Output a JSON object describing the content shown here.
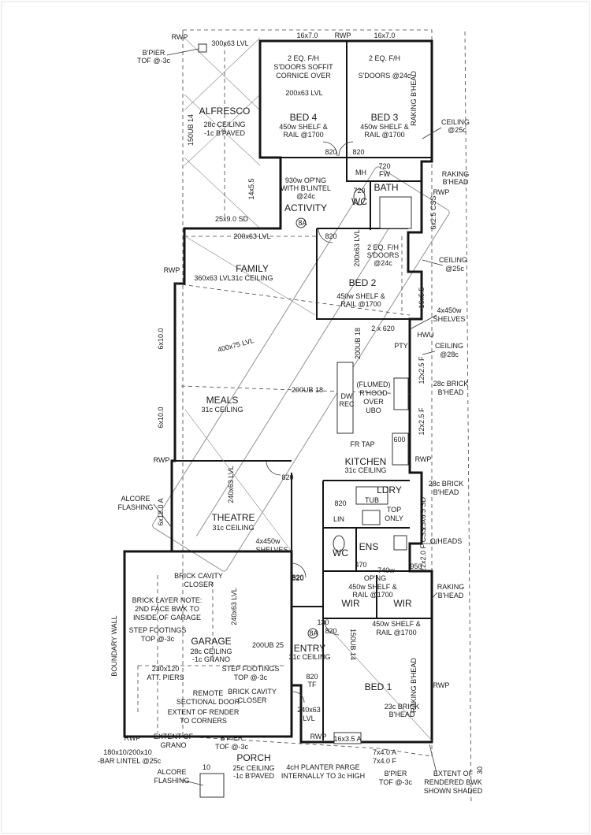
{
  "rooms": {
    "alfresco": {
      "name": "ALFRESCO",
      "note1": "28c CEILING",
      "note2": "-1c B'PAVED"
    },
    "bed4": {
      "name": "BED 4",
      "note1": "450w SHELF &",
      "note2": "RAIL @1700"
    },
    "bed3": {
      "name": "BED 3",
      "note1": "450w SHELF &",
      "note2": "RAIL @1700"
    },
    "bath": {
      "name": "BATH"
    },
    "wc1": {
      "name": "WC"
    },
    "activity": {
      "name": "ACTIVITY"
    },
    "family": {
      "name": "FAMILY",
      "note1": "31c CEILING"
    },
    "bed2": {
      "name": "BED 2",
      "note1": "450w SHELF &",
      "note2": "RAIL @1700"
    },
    "meals": {
      "name": "MEALS",
      "note1": "31c CEILING"
    },
    "kitchen": {
      "name": "KITCHEN",
      "note1": "31c CEILING"
    },
    "theatre": {
      "name": "THEATRE",
      "note1": "31c CEILING"
    },
    "ldry": {
      "name": "LDRY"
    },
    "ens": {
      "name": "ENS"
    },
    "wc2": {
      "name": "WC"
    },
    "wir1": {
      "name": "WIR"
    },
    "wir2": {
      "name": "WIR"
    },
    "garage": {
      "name": "GARAGE",
      "note1": "28c CEILING",
      "note2": "-1c GRANO"
    },
    "entry": {
      "name": "ENTRY",
      "note1": "31c CEILING"
    },
    "bed1": {
      "name": "BED 1",
      "note1": "23c BRICK",
      "note2": "B'HEAD"
    },
    "porch": {
      "name": "PORCH",
      "note1": "25c CEILING",
      "note2": "-1c B'PAVED"
    }
  },
  "labels": {
    "rwp": "RWP",
    "beam_300x63": "300x63 LVL",
    "beam_16x7": "16x7.0",
    "bpier_tof": "B'PIER",
    "tof_3c": "TOF @-3c",
    "eq_fh_soffit": "2 EQ. F/H",
    "sdoors_soffit": "S'DOORS SOFFIT",
    "cornice_over": "CORNICE OVER",
    "eq_fh_bed3": "2 EQ. F/H",
    "sdoors_24c": "S'DOORS @24c",
    "beam_200x63": "200x63 LVL",
    "raking_bhead": "RAKING B'HEAD",
    "ceiling_25c": "CEILING",
    "at_25c": "@25c",
    "ub14": "150UB 14",
    "d820": "820",
    "d720": "720",
    "mh": "MH",
    "fw": "FW",
    "opng_930": "930w OP'NG",
    "with_blintel": "WITH B'LINTEL",
    "at_24c": "@24c",
    "l_14x5": "14x5.5",
    "sd_25x9": "25x9.0 SD",
    "l_6x25": "6x2.5 CSS",
    "bed2_eq": "2 EQ. F/H",
    "bed2_sdoors": "S'DOORS",
    "bed2_24c": "@24c",
    "beam_200x63v": "200x63 LVL",
    "l_360x63": "360x63 LVL",
    "ceiling_25c_b": "CEILING",
    "at_25c_b": "@25c",
    "l_16x5": "16x5.5",
    "shelves_4x450": "4x450w",
    "shelves": "SHELVES",
    "hwu": "HWU",
    "pty": "PTY",
    "l_2x620": "2 x 620",
    "ub18": "200UB 18",
    "ub18b": "200UB 18",
    "ceiling_28c": "CEILING",
    "at_28c": "@28c",
    "l_400x75": "400x75 LVL",
    "l_6x10": "6x10.0",
    "l_6x10b": "6x10.0",
    "l_12x25": "12x2.5 F",
    "l_12x25b": "12x2.5 F",
    "brick_28c": "28c BRICK",
    "bhead": "B'HEAD",
    "flumed": "(FLUMED)",
    "rhood": "R'HOOD",
    "over": "OVER",
    "ubo": "UBO",
    "dw": "DW",
    "rec": "REC",
    "fr_tap": "FR TAP",
    "l_600": "600",
    "brick_28c_b": "28c BRICK",
    "bhead_b": "B'HEAD",
    "l_240x63": "240x63 LVL",
    "alcore": "ALCORE",
    "flashing": "FLASHING",
    "l_6x12": "6x12.0 A",
    "tub": "TUB",
    "top_only": "TOP",
    "only": "ONLY",
    "lin": "LIN",
    "l_25x65": "25x6.5 SD",
    "shelves_4x450b": "4x450w",
    "shelves_b": "SHELVES",
    "l_820b": "820",
    "oheads": "O/HEADS",
    "l_470": "470",
    "l_740": "740w",
    "l_950": "950",
    "l_22x2": "22x2.0 F CSS",
    "opng": "OP'NG",
    "brick_cavity": "BRICK CAVITY",
    "closer": "CLOSER",
    "brick_note": "BRICK LAYER NOTE:",
    "brick_note2": "2ND FACE BWK TO",
    "brick_note3": "INSIDE OF GARAGE",
    "wir_shelf": "450w SHELF &",
    "wir_rail": "RAIL @1700",
    "wir_shelf2": "450w SHELF &",
    "wir_rail2": "RAIL @1700",
    "raking_bhead2": "RAKING",
    "raking_bhead2b": "B'HEAD",
    "step_footings": "STEP FOOTINGS",
    "step_tof": "TOP @-3c",
    "ub25": "200UB 25",
    "l_240x63g": "240x63 LVL",
    "boundary": "BOUNDARY WALL",
    "l_230x120": "230x120",
    "att_piers": "ATT. PIERS",
    "step_footings2": "STEP FOOTINGS",
    "step_tof2": "TOP @-3c",
    "remote": "REMOTE",
    "sectional": "SECTIONAL DOOR",
    "brick_cavity2": "BRICK CAVITY",
    "closer2": "CLOSER",
    "extent_render": "EXTENT OF RENDER",
    "to_corners": "TO CORNERS",
    "l_820c": "820",
    "l_820tf": "820",
    "tf": "TF",
    "raking_bhead3": "RAKING B'HEAD",
    "extent_grano": "EXTENT OF",
    "grano": "GRANO",
    "bpier2": "B'PIER",
    "tof2": "TOF @-3c",
    "l_240x63b": "240x63",
    "lvl": "LVL",
    "l_16x35": "16x3.5 A",
    "bar_lintel": "180x10/200x10",
    "bar_lintel2": "-BAR LINTEL @25c",
    "planter": "4cH PLANTER PARGE",
    "planter2": "INTERNALLY TO 3c HIGH",
    "l_7x4a": "7x4.0 A",
    "l_7x4f": "7x4.0 F",
    "bpier3": "B'PIER",
    "tof3": "TOF @-3c",
    "extent_rend": "EXTENT OF",
    "rendered": "RENDERED BWK",
    "shaded": "SHOWN SHADED",
    "alcore2": "ALCORE",
    "flashing2": "FLASHING",
    "detail_no": "10",
    "rwp_side": "RWP",
    "l_8a": "8A",
    "l_8a2": "8A",
    "l_130": "130",
    "ub_v": "150UB 14",
    "edge_30": "30"
  }
}
